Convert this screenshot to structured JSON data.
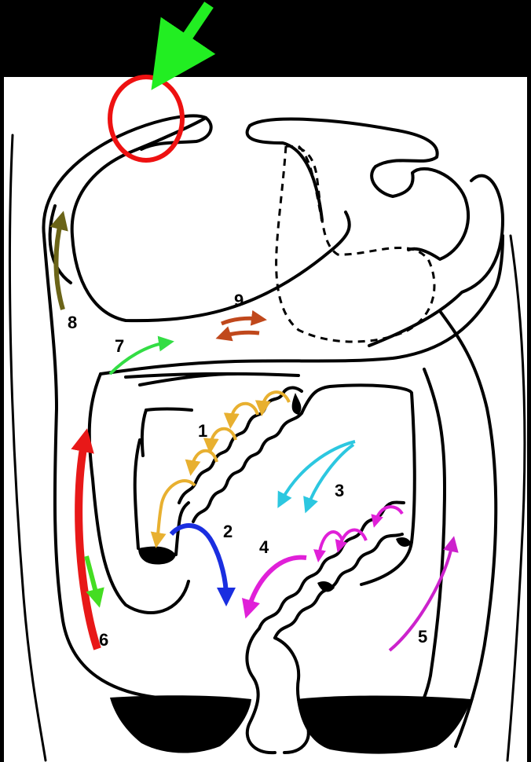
{
  "diagram": {
    "labels": [
      {
        "key": "1",
        "text": "1"
      },
      {
        "key": "2",
        "text": "2"
      },
      {
        "key": "3",
        "text": "3"
      },
      {
        "key": "4",
        "text": "4"
      },
      {
        "key": "5",
        "text": "5"
      },
      {
        "key": "6",
        "text": "6"
      },
      {
        "key": "7",
        "text": "7"
      },
      {
        "key": "8",
        "text": "8"
      },
      {
        "key": "9",
        "text": "9"
      }
    ],
    "colors": {
      "background": "#000000",
      "panel": "#ffffff",
      "pointer_arrow": "#22ee22",
      "highlight_circle": "#ee1111",
      "flow_1": "#e8b030",
      "flow_2": "#1a2ee0",
      "flow_3": "#2cc7e0",
      "flow_4": "#e020d8",
      "flow_5": "#cc22cc",
      "flow_6_up": "#e81818",
      "flow_6_down": "#44dd22",
      "flow_7": "#33dd44",
      "flow_8": "#6b6418",
      "flow_9": "#c0481c"
    }
  }
}
